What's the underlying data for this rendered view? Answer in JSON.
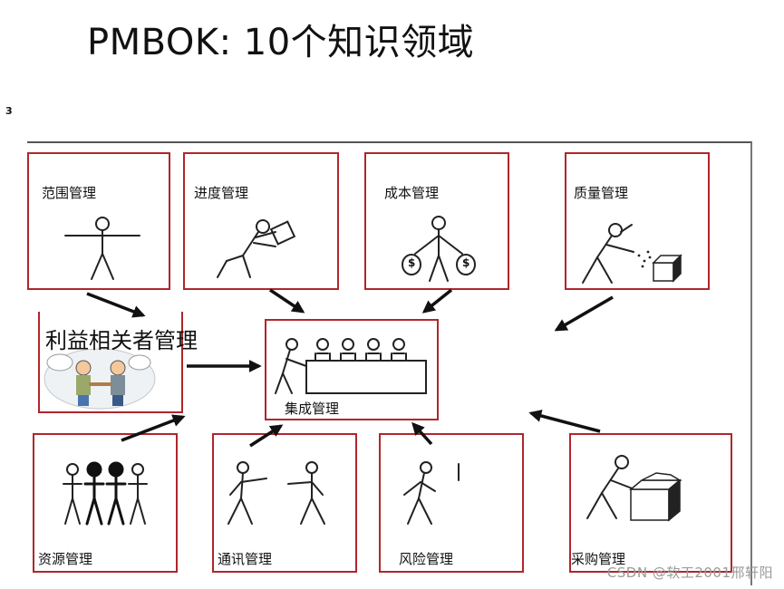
{
  "title": "PMBOK: 10个知识领域",
  "slide_number": "3",
  "areas": {
    "scope": "范围管理",
    "schedule": "进度管理",
    "cost": "成本管理",
    "quality": "质量管理",
    "stakeholder": "利益相关者管理",
    "integration": "集成管理",
    "resource": "资源管理",
    "communication": "通讯管理",
    "risk": "风险管理",
    "procurement": "采购管理"
  },
  "icons": {
    "cost_bag_symbol": "$"
  },
  "watermark": "CSDN @软工2001邢轩阳"
}
